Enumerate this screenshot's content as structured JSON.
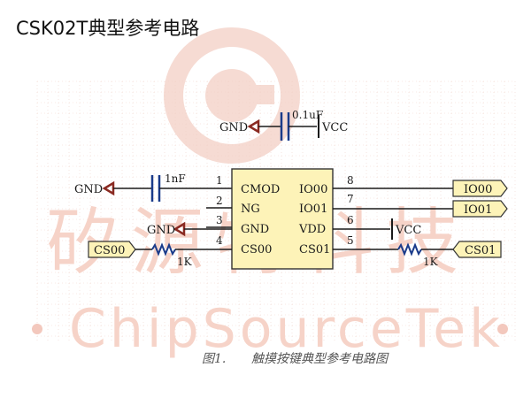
{
  "page": {
    "title": "CSK02T典型参考电路"
  },
  "watermark": {
    "chinese": "矽源特科技",
    "english": "ChipSourceTek",
    "color": "#f3c8bd",
    "logo_color": "#f3cfc5"
  },
  "schematic": {
    "grid_color": "#f1d6cc",
    "wire_color": "#1a1a1a",
    "pin_label_color": "#1a1a1a",
    "port_fill": "#fdf3b8",
    "port_stroke": "#333333",
    "ground_color": "#8a2a22",
    "resistor_color": "#1a3b8a",
    "cap_color": "#1a3b8a",
    "top_cap": {
      "ground_label": "GND",
      "value": "0.1uF",
      "supply_label": "VCC"
    },
    "left_cap": {
      "ground_label": "GND",
      "value": "1nF"
    },
    "ic": {
      "left_pins": [
        {
          "num": "1",
          "name": "CMOD"
        },
        {
          "num": "2",
          "name": "NG"
        },
        {
          "num": "3",
          "name": "GND"
        },
        {
          "num": "4",
          "name": "CS00"
        }
      ],
      "right_pins": [
        {
          "num": "8",
          "name": "IO00"
        },
        {
          "num": "7",
          "name": "IO01"
        },
        {
          "num": "6",
          "name": "VDD"
        },
        {
          "num": "5",
          "name": "CS01"
        }
      ]
    },
    "pin3_ground_label": "GND",
    "vdd_supply_label": "VCC",
    "ports": {
      "io00": "IO00",
      "io01": "IO01",
      "cs00": "CS00",
      "cs01": "CS01"
    },
    "resistor_left": "1K",
    "resistor_right": "1K",
    "caption": {
      "figure": "图1.",
      "text": "触摸按键典型参考电路图"
    }
  }
}
